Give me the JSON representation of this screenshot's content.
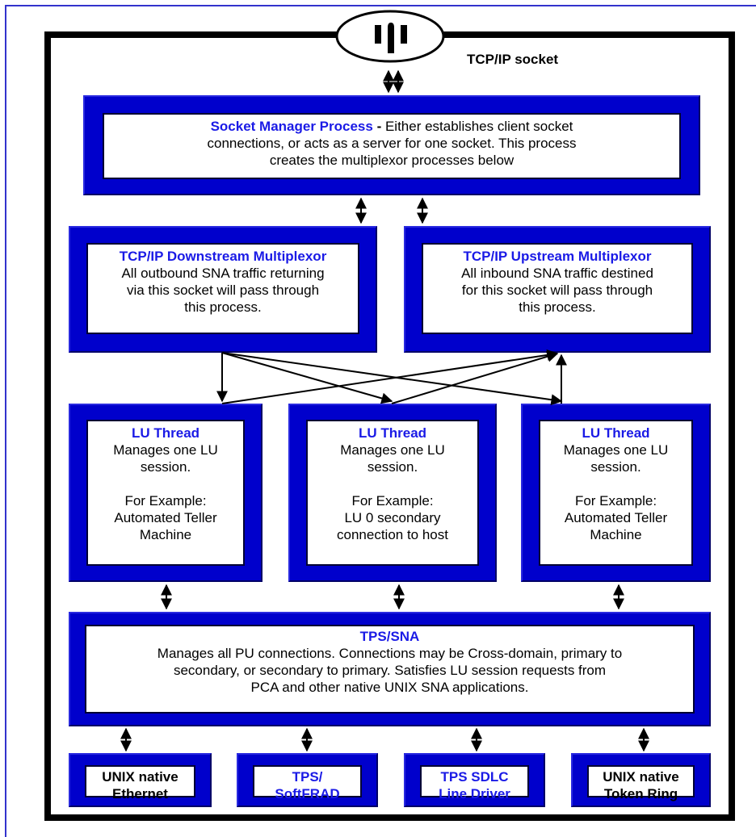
{
  "socket": {
    "label": "TCP/IP socket"
  },
  "socket_manager": {
    "title": "Socket Manager Process",
    "sep": " - ",
    "line1": "Either establishes client socket",
    "line2": "connections, or acts as a server for one socket.  This process",
    "line3": "creates the multiplexor processes below"
  },
  "downstream": {
    "title": "TCP/IP Downstream Multiplexor",
    "lines": [
      "All outbound SNA traffic returning",
      "via this socket will pass through",
      "this process."
    ]
  },
  "upstream": {
    "title": "TCP/IP Upstream Multiplexor",
    "lines": [
      "All inbound SNA traffic destined",
      "for this socket will pass through",
      "this process."
    ]
  },
  "lu_threads": [
    {
      "title": "LU Thread",
      "l1": "Manages one LU",
      "l2": "session.",
      "l3": "For Example:",
      "l4": "Automated Teller",
      "l5": "Machine"
    },
    {
      "title": "LU Thread",
      "l1": "Manages one LU",
      "l2": "session.",
      "l3": "For Example:",
      "l4": "LU 0 secondary",
      "l5": "connection to host"
    },
    {
      "title": "LU Thread",
      "l1": "Manages one LU",
      "l2": "session.",
      "l3": "For Example:",
      "l4": "Automated Teller",
      "l5": "Machine"
    }
  ],
  "tps_sna": {
    "title": "TPS/SNA",
    "lines": [
      "Manages all PU connections.  Connections may be Cross-domain, primary to",
      "secondary, or secondary to primary.  Satisfies LU session requests from",
      "PCA and other native UNIX SNA applications."
    ]
  },
  "drivers": [
    {
      "l1": "UNIX native",
      "l2": "Ethernet",
      "color": "#000000"
    },
    {
      "l1": "TPS/",
      "l2": "SoftFRAD",
      "color": "#1a1ae6"
    },
    {
      "l1": "TPS SDLC",
      "l2": "Line Driver",
      "color": "#1a1ae6"
    },
    {
      "l1": "UNIX native",
      "l2": "Token Ring",
      "color": "#000000"
    }
  ],
  "colors": {
    "box_blue": "#0000cc",
    "title_blue": "#1a1ae6",
    "frame": "#3333cc"
  }
}
